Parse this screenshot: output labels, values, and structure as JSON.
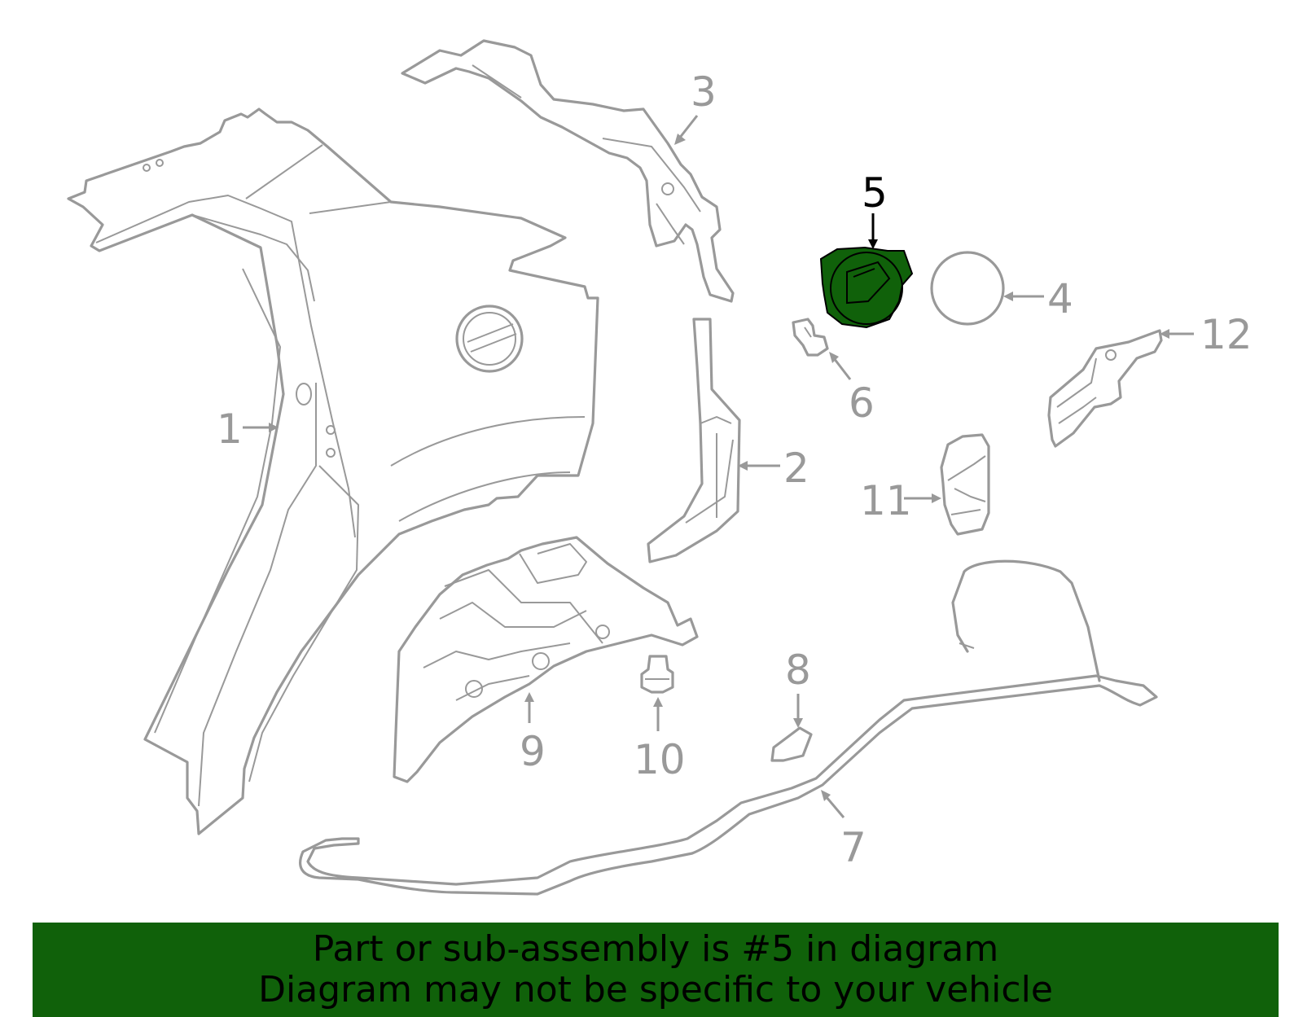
{
  "highlight": {
    "part_number": "5",
    "color": "#10610a"
  },
  "callouts": [
    {
      "id": "1",
      "label": "1"
    },
    {
      "id": "2",
      "label": "2"
    },
    {
      "id": "3",
      "label": "3"
    },
    {
      "id": "4",
      "label": "4"
    },
    {
      "id": "6",
      "label": "6"
    },
    {
      "id": "7",
      "label": "7"
    },
    {
      "id": "8",
      "label": "8"
    },
    {
      "id": "9",
      "label": "9"
    },
    {
      "id": "10",
      "label": "10"
    },
    {
      "id": "11",
      "label": "11"
    },
    {
      "id": "12",
      "label": "12"
    }
  ],
  "banner": {
    "line1": "Part or sub-assembly is #5 in diagram",
    "line2": "Diagram may not be specific to your vehicle",
    "background": "#10610a"
  },
  "colors": {
    "line_art": "#999999",
    "highlight_fill": "#10610a",
    "highlight_label": "#000000"
  }
}
